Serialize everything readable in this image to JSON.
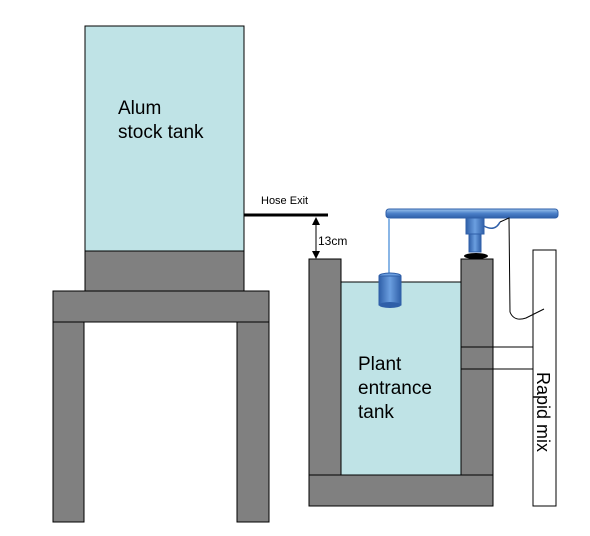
{
  "labels": {
    "stock_tank_line1": "Alum",
    "stock_tank_line2": "stock tank",
    "hose_exit": "Hose Exit",
    "height_gap": "13cm",
    "entrance_tank_line1": "Plant",
    "entrance_tank_line2": "entrance",
    "entrance_tank_line3": "tank",
    "rapid_mix": "Rapid mix"
  },
  "colors": {
    "water": "#bfe3e6",
    "structure_gray": "#808080",
    "outline": "#000000",
    "pipe_blue": "#4a7fc8",
    "pipe_light_blue": "#8ab6e6",
    "background": "#ffffff"
  }
}
